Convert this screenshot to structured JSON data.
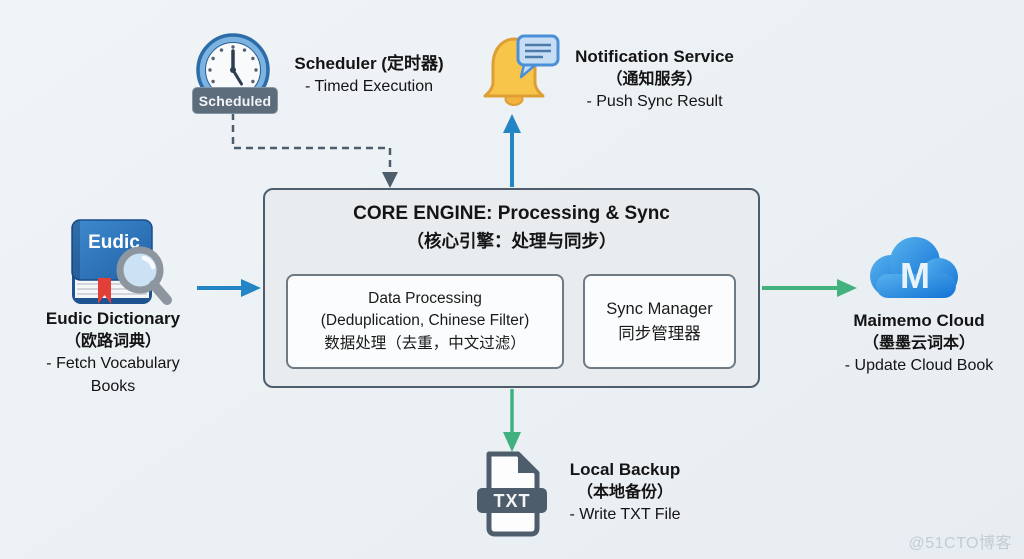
{
  "colors": {
    "background": "#eef2f5",
    "slate": "#4e5d6c",
    "blue_arrow": "#2384c6",
    "green_arrow": "#41b27e",
    "core_fill": "#e9ecef",
    "subbox_fill": "#fbfcfd",
    "bell_yellow": "#f8c54b",
    "cloud_blue": "#1f8ae0",
    "bookmark_red": "#e33f38"
  },
  "scheduler": {
    "badge": "Scheduled",
    "title": "Scheduler (定时器)",
    "desc": "- Timed Execution"
  },
  "notification": {
    "title": "Notification Service",
    "subtitle": "（通知服务）",
    "desc": "- Push Sync Result"
  },
  "eudic": {
    "icon_label": "Eudic",
    "title": "Eudic Dictionary",
    "subtitle": "（欧路词典）",
    "desc_line1": "- Fetch Vocabulary",
    "desc_line2": "Books"
  },
  "core": {
    "title": "CORE ENGINE: Processing & Sync",
    "subtitle": "（核心引擎：处理与同步）",
    "data_processing": {
      "line1": "Data Processing",
      "line2": "(Deduplication, Chinese Filter)",
      "line3": "数据处理（去重，中文过滤）"
    },
    "sync_manager": {
      "line1": "Sync Manager",
      "line2": "同步管理器"
    }
  },
  "maimemo": {
    "icon_letter": "M",
    "title": "Maimemo Cloud",
    "subtitle": "（墨墨云词本）",
    "desc": "- Update Cloud Book"
  },
  "local_backup": {
    "icon_label": "TXT",
    "title": "Local Backup",
    "subtitle": "（本地备份）",
    "desc": "- Write TXT File"
  },
  "watermark": "@51CTO博客"
}
